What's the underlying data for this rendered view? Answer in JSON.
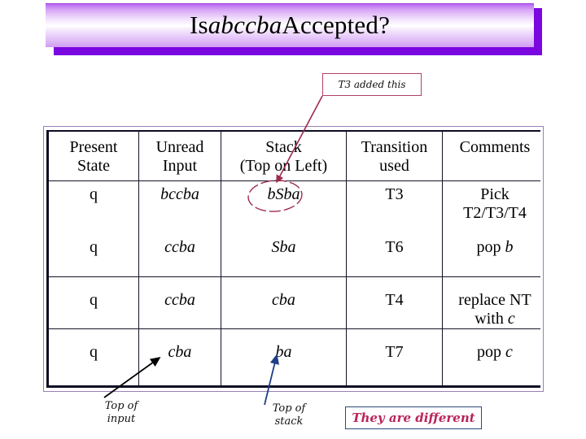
{
  "slide": {
    "title_prefix": "Is ",
    "title_emph": "abccba",
    "title_suffix": " Accepted?",
    "title_full": "Is abccba Accepted?",
    "background_color": "#ffffff",
    "banner_accent_color": "#7A06E0"
  },
  "table": {
    "columns": [
      {
        "id": "present-state",
        "line1": "Present",
        "line2": "State"
      },
      {
        "id": "unread-input",
        "line1": "Unread",
        "line2": "Input"
      },
      {
        "id": "stack",
        "line1": "Stack",
        "line2": "(Top on Left)"
      },
      {
        "id": "transition-used",
        "line1": "Transition",
        "line2": "used"
      },
      {
        "id": "comments",
        "line1": "Comments",
        "line2": ""
      }
    ],
    "rows": [
      {
        "state": "q",
        "unread_input": "bccba",
        "stack": "bSba",
        "transition": "T3",
        "comments_line1": "Pick",
        "comments_line2": "T2/T3/T4"
      },
      {
        "state": "q",
        "unread_input": "ccba",
        "stack": "Sba",
        "transition": "T6",
        "comments_line1": "pop b",
        "comments_line2": ""
      },
      {
        "state": "q",
        "unread_input": "ccba",
        "stack": "cba",
        "transition": "T4",
        "comments_line1": "replace NT",
        "comments_line2": "with c"
      },
      {
        "state": "q",
        "unread_input": "cba",
        "stack": "ba",
        "transition": "T7",
        "comments_line1": "pop c",
        "comments_line2": ""
      }
    ]
  },
  "annotations": {
    "t3_callout": {
      "text": "T3 added this",
      "border_color": "#b0406a",
      "points_to": "bSba"
    },
    "highlight_circle": {
      "target": "bSba",
      "color": "#9e2b4e"
    },
    "top_of_input": {
      "line1": "Top of",
      "line2": "input",
      "arrow_color": "#000000",
      "points_to": "cba"
    },
    "top_of_stack": {
      "line1": "Top of",
      "line2": "stack",
      "arrow_color": "#1f3f85",
      "points_to": "ba"
    },
    "diff_callout": {
      "text": "They are different",
      "text_color": "#b8235a",
      "border_color": "#2b4a78"
    }
  }
}
